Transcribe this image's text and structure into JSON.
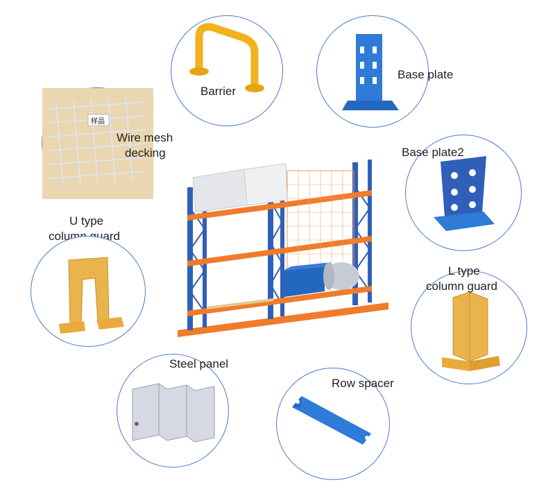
{
  "components": {
    "barrier": "Barrier",
    "base_plate": "Base plate",
    "wire_mesh_line1": "Wire mesh",
    "wire_mesh_line2": "decking",
    "base_plate2": "Base plate2",
    "u_guard_line1": "U type",
    "u_guard_line2": "column guard",
    "l_guard_line1": "L type",
    "l_guard_line2": "column guard",
    "steel_panel": "Steel panel",
    "row_spacer": "Row spacer"
  },
  "sample_tag": "样品",
  "colors": {
    "circle_border": "#4a79c8",
    "upright_blue": "#2f5fb8",
    "beam_orange": "#f07b2a",
    "guard_yellow": "#e9b44c",
    "plate_blue": "#2e7bd8"
  }
}
